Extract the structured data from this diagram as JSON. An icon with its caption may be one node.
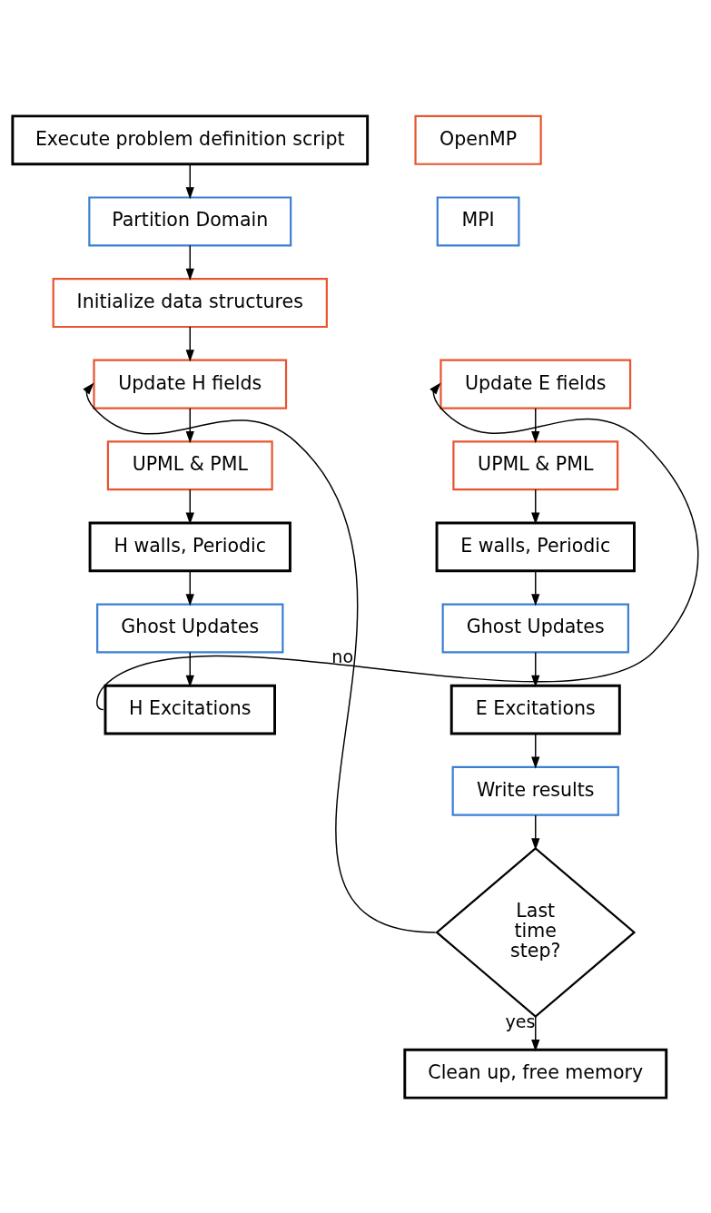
{
  "diagram": {
    "nodes": [
      {
        "text": [
          "Execute problem definition script"
        ]
      },
      {
        "text": [
          "OpenMP"
        ]
      },
      {
        "text": [
          "Partition Domain"
        ]
      },
      {
        "text": [
          "MPI"
        ]
      },
      {
        "text": [
          "Initialize data structures"
        ]
      },
      {
        "text": [
          "Update H fields"
        ]
      },
      {
        "text": [
          "Update E fields"
        ]
      },
      {
        "text": [
          "UPML & PML"
        ]
      },
      {
        "text": [
          "UPML & PML"
        ]
      },
      {
        "text": [
          "H walls, Periodic"
        ]
      },
      {
        "text": [
          "E walls, Periodic"
        ]
      },
      {
        "text": [
          "Ghost Updates"
        ]
      },
      {
        "text": [
          "Ghost Updates"
        ]
      },
      {
        "text": [
          "H Excitations"
        ]
      },
      {
        "text": [
          "E Excitations"
        ]
      },
      {
        "text": [
          "Write results"
        ]
      },
      {
        "text": [
          "Last time step?"
        ]
      },
      {
        "text": [
          "Clean up, free memory"
        ]
      }
    ],
    "edges": [
      {
        "from": 0,
        "to": 2,
        "arrow": "to"
      },
      {
        "from": 2,
        "to": 4,
        "arrow": "to"
      },
      {
        "from": 4,
        "to": 5,
        "arrow": "to"
      },
      {
        "from": 5,
        "to": 7,
        "arrow": "to"
      },
      {
        "from": 7,
        "to": 9,
        "arrow": "to"
      },
      {
        "from": 9,
        "to": 11,
        "arrow": "to"
      },
      {
        "from": 11,
        "to": 13,
        "arrow": "to"
      },
      {
        "from": 13,
        "to": 6,
        "arrow": "to"
      },
      {
        "from": 6,
        "to": 8,
        "arrow": "to"
      },
      {
        "from": 8,
        "to": 10,
        "arrow": "to"
      },
      {
        "from": 10,
        "to": 12,
        "arrow": "to"
      },
      {
        "from": 12,
        "to": 14,
        "arrow": "to"
      },
      {
        "from": 14,
        "to": 15,
        "arrow": "to"
      },
      {
        "from": 15,
        "to": 16,
        "arrow": "to"
      },
      {
        "from": 16,
        "to": 5,
        "label": "no",
        "arrow": "to"
      },
      {
        "from": 16,
        "to": 17,
        "label": "yes",
        "arrow": "to"
      }
    ]
  }
}
